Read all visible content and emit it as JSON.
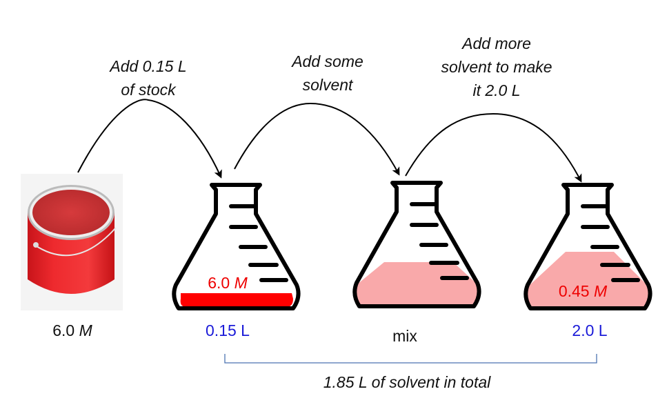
{
  "steps": [
    {
      "label_lines": [
        "Add 0.15 L",
        "of stock"
      ]
    },
    {
      "label_lines": [
        "Add some",
        "solvent"
      ]
    },
    {
      "label_lines": [
        "Add more",
        "solvent to make",
        "it 2.0 L"
      ]
    }
  ],
  "stock": {
    "concentration_value": "6.0",
    "concentration_unit": "M"
  },
  "flasks": [
    {
      "inner_value": "6.0",
      "inner_unit": "M",
      "bottom_label": "0.15 L",
      "fill_color": "#ff0000"
    },
    {
      "bottom_label": "mix",
      "fill_color": "#f9a9aa"
    },
    {
      "inner_value": "0.45",
      "inner_unit": "M",
      "bottom_label": "2.0 L",
      "fill_color": "#f9a9aa"
    }
  ],
  "bracket": {
    "label": "1.85 L of solvent in total",
    "color": "#4a72b0"
  },
  "colors": {
    "paint": "#e8262a",
    "concentration_text": "#ee0000",
    "volume_text": "#1a1ad8"
  }
}
